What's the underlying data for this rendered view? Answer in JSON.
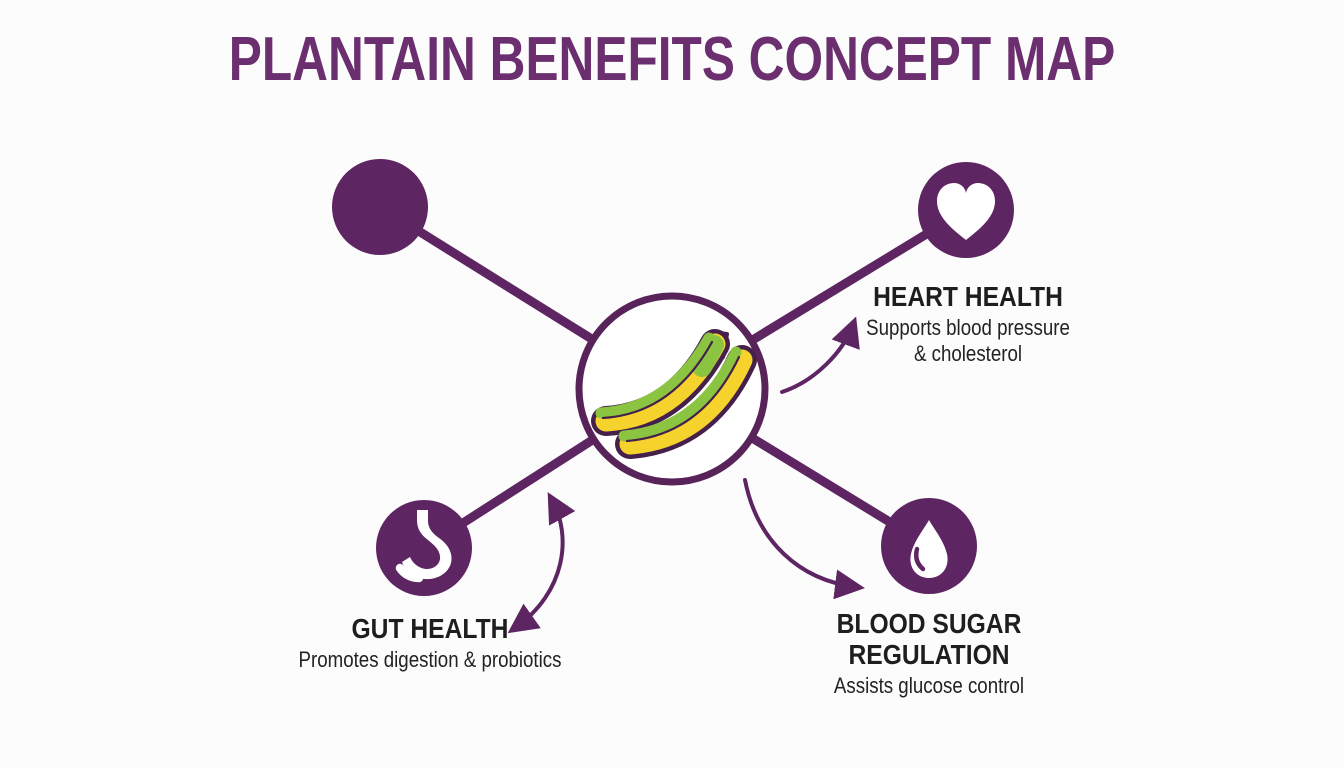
{
  "title": "PLANTAIN BENEFITS CONCEPT MAP",
  "center_node": {
    "icon": "plantain-icon"
  },
  "nodes": {
    "unlabeled": {
      "icon": "solid-circle",
      "label": ""
    },
    "heart": {
      "icon": "heart-icon",
      "label": "HEART HEALTH",
      "desc_line1": "Supports blood pressure",
      "desc_line2": "& cholesterol"
    },
    "gut": {
      "icon": "stomach-icon",
      "label": "GUT HEALTH",
      "desc": "Promotes digestion & probiotics"
    },
    "blood_sugar": {
      "icon": "droplet-icon",
      "label_line1": "BLOOD SUGAR",
      "label_line2": "REGULATION",
      "desc": "Assists glucose control"
    }
  },
  "colors": {
    "node_purple": "#5E2563",
    "line_purple": "#5E2563",
    "center_ring_purple": "#572359",
    "title_purple": "#6B2E6E",
    "banana_outline": "#44204A",
    "banana_yellow": "#F6D22D",
    "banana_green": "#8BC441",
    "text_black": "#1E1E20",
    "background": "#FCFCFD",
    "icon_white": "#FFFFFF"
  }
}
